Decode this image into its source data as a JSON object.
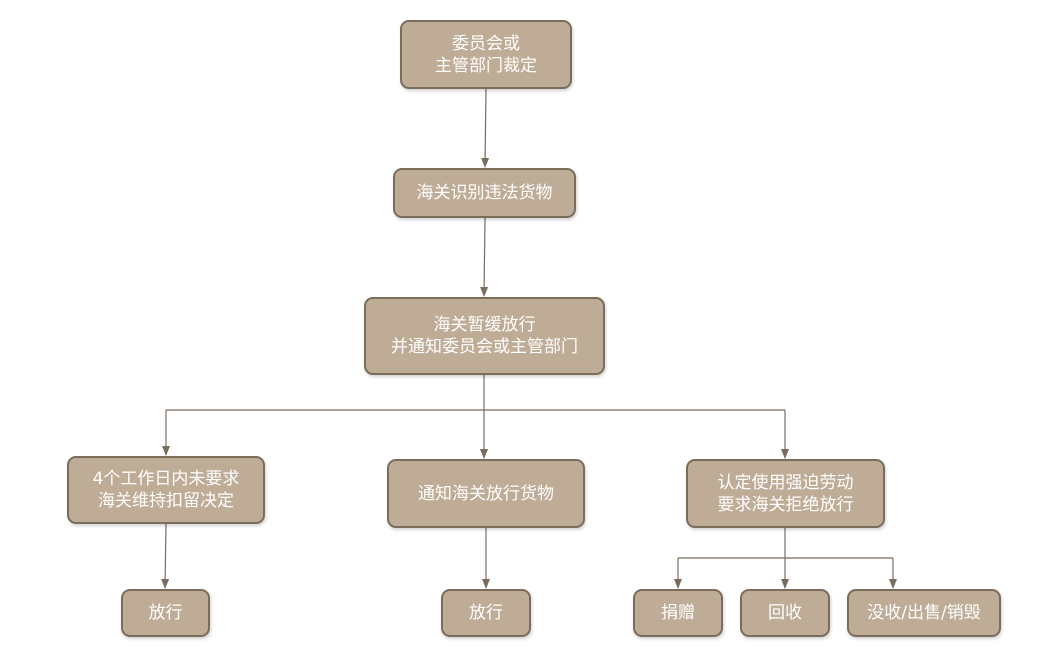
{
  "colors": {
    "node_fill": "#bfac97",
    "node_border": "#7a6d5c",
    "node_text": "#ffffff",
    "connector": "#7a6d5c"
  },
  "nodes": {
    "ruling": {
      "line1": "委员会或",
      "line2": "主管部门裁定"
    },
    "identify": {
      "line1": "海关识别违法货物"
    },
    "suspend": {
      "line1": "海关暂缓放行",
      "line2": "并通知委员会或主管部门"
    },
    "no_request": {
      "line1": "4个工作日内未要求",
      "line2": "海关维持扣留决定"
    },
    "notify_release": {
      "line1": "通知海关放行货物"
    },
    "forced_labor": {
      "line1": "认定使用强迫劳动",
      "line2": "要求海关拒绝放行"
    },
    "release_left": {
      "line1": "放行"
    },
    "release_middle": {
      "line1": "放行"
    },
    "donate": {
      "line1": "捐赠"
    },
    "recall": {
      "line1": "回收"
    },
    "confiscate": {
      "line1": "没收/出售/销毁"
    }
  }
}
